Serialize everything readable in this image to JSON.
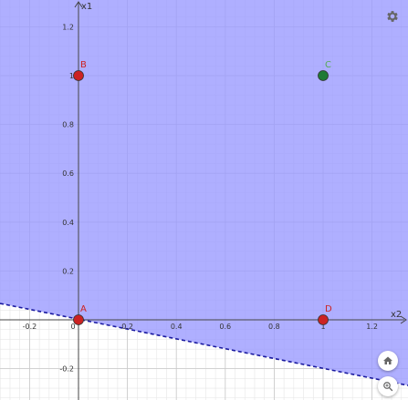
{
  "graph": {
    "axes": {
      "x_label": "x2",
      "y_label": "x1",
      "x_ticks": [
        "-0.2",
        "0",
        "0.2",
        "0.4",
        "0.6",
        "0.8",
        "1",
        "1.2"
      ],
      "y_ticks": [
        "1.2",
        "1",
        "0.8",
        "0.6",
        "0.4",
        "0.2",
        "-0.2"
      ]
    },
    "region": {
      "fill_color": "#9999ff",
      "boundary_color": "#1a1aa0",
      "boundary_style": "dashed"
    },
    "points": [
      {
        "label": "A",
        "x2": 0,
        "x1": 0,
        "color": "#cc2222",
        "label_color": "#cc2222"
      },
      {
        "label": "B",
        "x2": 0,
        "x1": 1,
        "color": "#cc2222",
        "label_color": "#cc2222"
      },
      {
        "label": "C",
        "x2": 1,
        "x1": 1,
        "color": "#1e7a36",
        "label_color": "#55aa55"
      },
      {
        "label": "D",
        "x2": 1,
        "x1": 0,
        "color": "#cc2222",
        "label_color": "#cc2222"
      }
    ]
  },
  "controls": {
    "settings_icon": "gear-icon",
    "home_icon": "home-icon",
    "zoom_icon": "zoom-icon"
  }
}
